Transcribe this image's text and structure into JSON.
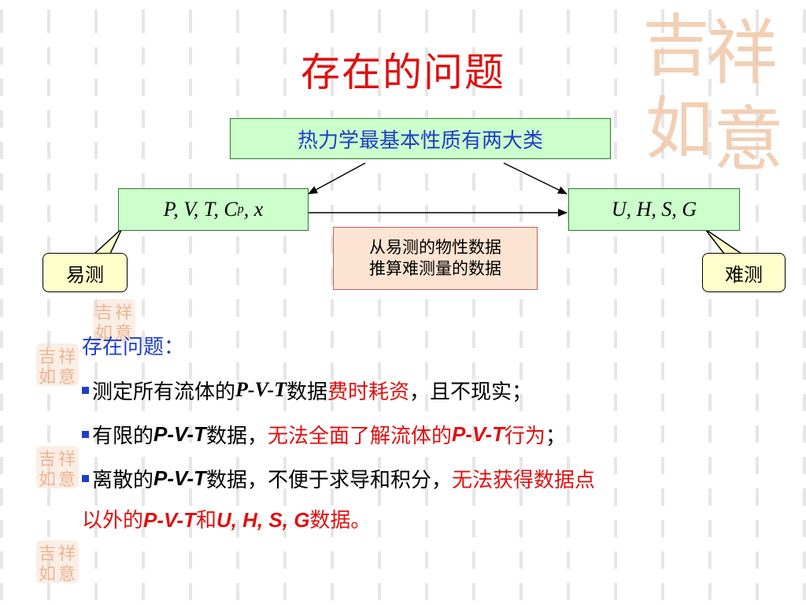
{
  "title": "存在的问题",
  "diagram": {
    "top_box": "热力学最基本性质有两大类",
    "left_box_parts": [
      "P, V, T, C",
      "p",
      ", x"
    ],
    "right_box": "U, H, S, G",
    "note_line1": "从易测的物性数据",
    "note_line2": "推算难测量的数据",
    "callout_left": "易测",
    "callout_right": "难测"
  },
  "issues": {
    "heading": "存在问题：",
    "item1": {
      "a": "测定所有流体的",
      "pvt": "P-V-T",
      "b": "数据",
      "c": "费时耗资",
      "d": "，且不现实；"
    },
    "item2": {
      "a": "有限的",
      "pvt": "P-V-T",
      "b": "数据，",
      "c": "无法全面了解流体的",
      "pvt2": "P-V-T",
      "d": "行为",
      "e": "；"
    },
    "item3": {
      "a": "离散的",
      "pvt": "P-V-T",
      "b": "数据，不便于求导和积分，",
      "c": "无法获得数据点"
    },
    "item3_cont": {
      "a": "以外的",
      "pvt": "P-V-T",
      "b": "和",
      "uhsg": "U, H, S, G",
      "c": "数据。"
    }
  },
  "colors": {
    "title": "#e01010",
    "accent_blue": "#1d3fc8",
    "box_green": "#ccffcc",
    "note_pink": "#fde4d2",
    "callout_yellow": "#ffffcc"
  },
  "decorations": {
    "seal_large_chars": [
      "吉",
      "祥",
      "如",
      "意"
    ],
    "seal_small_chars": [
      "吉",
      "祥",
      "如",
      "意"
    ]
  }
}
